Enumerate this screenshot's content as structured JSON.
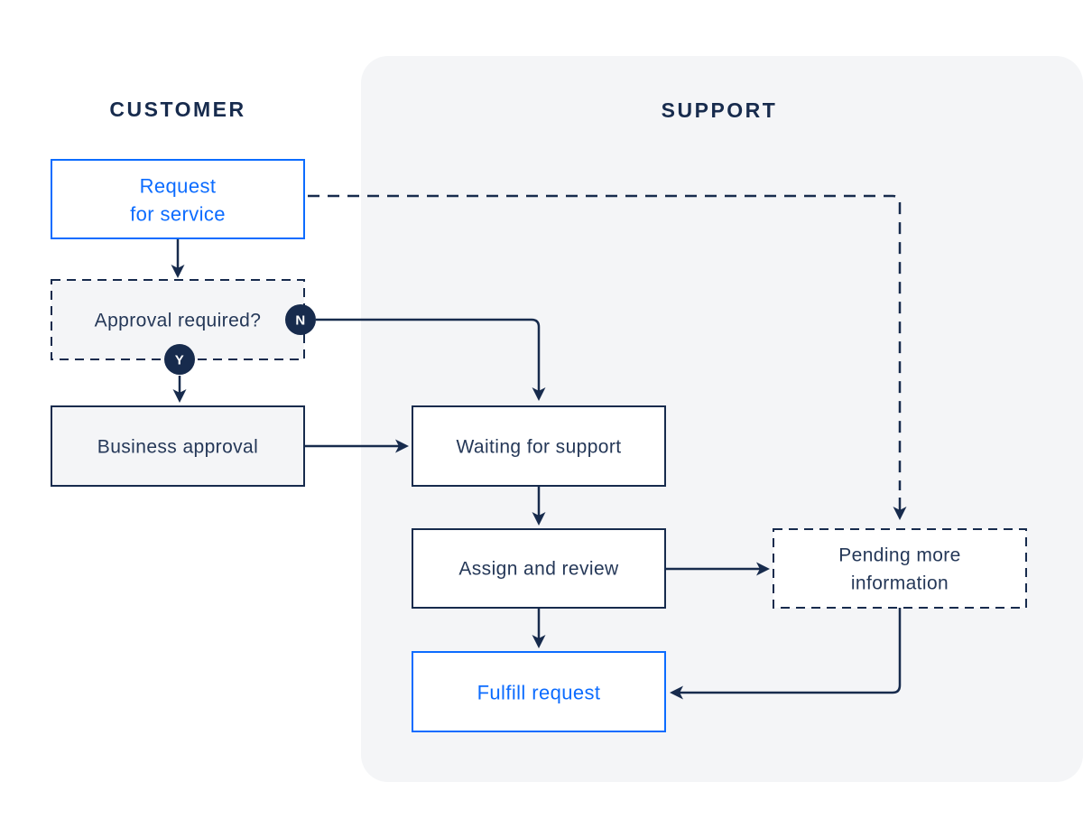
{
  "lanes": {
    "customer": {
      "label": "CUSTOMER"
    },
    "support": {
      "label": "SUPPORT"
    }
  },
  "nodes": {
    "request_for_service": {
      "line1": "Request",
      "line2": "for service"
    },
    "approval_required": {
      "label": "Approval required?"
    },
    "business_approval": {
      "label": "Business approval"
    },
    "waiting_for_support": {
      "label": "Waiting for support"
    },
    "assign_and_review": {
      "label": "Assign and review"
    },
    "pending_more_information": {
      "line1": "Pending more",
      "line2": "information"
    },
    "fulfill_request": {
      "label": "Fulfill request"
    }
  },
  "badges": {
    "no": "N",
    "yes": "Y"
  },
  "colors": {
    "navy": "#172B4D",
    "text": "#253858",
    "blue": "#0C6CFF",
    "panel": "#F4F5F7",
    "grayfill": "#F4F5F7",
    "white": "#FFFFFF"
  }
}
